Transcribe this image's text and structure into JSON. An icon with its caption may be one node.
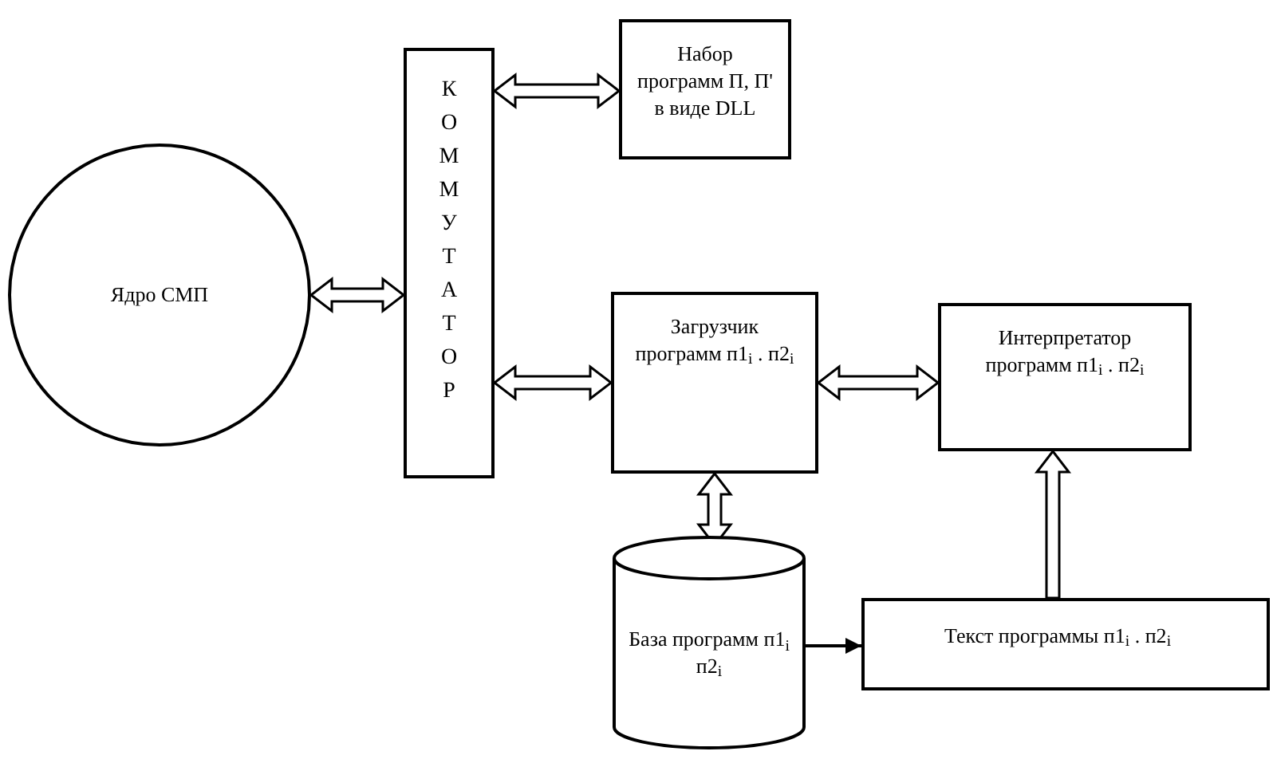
{
  "diagram": {
    "nodes": [
      {
        "text": [
          "Ядро СМП"
        ]
      },
      {
        "text": [
          "КОММУТАТОР"
        ]
      },
      {
        "text": [
          "Набор программ П, П' в виде DLL"
        ]
      },
      {
        "text": [
          "Загрузчик программ п1$_{i}$ . п2$_{i}$"
        ]
      },
      {
        "text": [
          "Интерпретатор программ п1$_{i}$ . п2$_{i}$"
        ]
      },
      {
        "text": [
          "База программ п1$_{i}$ п2$_{i}$"
        ]
      },
      {
        "text": [
          "Текст программы п1$_{i}$ . п2$_{i}$"
        ]
      }
    ],
    "edges": [
      {
        "from": 0,
        "to": 1,
        "arrow": "both",
        "style": "thick"
      },
      {
        "from": 1,
        "to": 2,
        "arrow": "both",
        "style": "thick"
      },
      {
        "from": 1,
        "to": 3,
        "arrow": "both",
        "style": "thick"
      },
      {
        "from": 3,
        "to": 4,
        "arrow": "both",
        "style": "thick"
      },
      {
        "from": 3,
        "to": 5,
        "arrow": "both",
        "style": "thick"
      },
      {
        "from": 5,
        "to": 6,
        "arrow": "to"
      },
      {
        "from": 6,
        "to": 4,
        "arrow": "to",
        "style": "thick"
      }
    ]
  }
}
